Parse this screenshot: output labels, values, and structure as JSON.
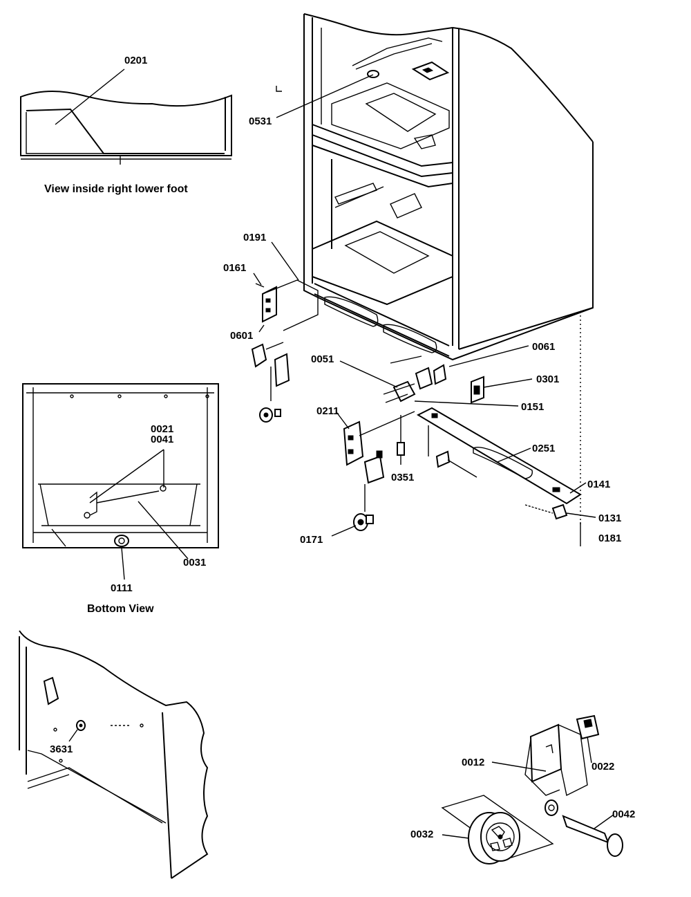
{
  "captions": {
    "inset_foot": "View inside right lower foot",
    "inset_bottom": "Bottom View"
  },
  "parts": {
    "p0201": "0201",
    "p0531": "0531",
    "p0191": "0191",
    "p0161": "0161",
    "p0601": "0601",
    "p0061": "0061",
    "p0051": "0051",
    "p0301": "0301",
    "p0151": "0151",
    "p0211": "0211",
    "p0251": "0251",
    "p0351": "0351",
    "p0141": "0141",
    "p0131": "0131",
    "p0171": "0171",
    "p0181": "0181",
    "p0021": "0021",
    "p0041": "0041",
    "p0031": "0031",
    "p0111": "0111",
    "p3631": "3631",
    "p0012": "0012",
    "p0022": "0022",
    "p0042": "0042",
    "p0032": "0032"
  }
}
